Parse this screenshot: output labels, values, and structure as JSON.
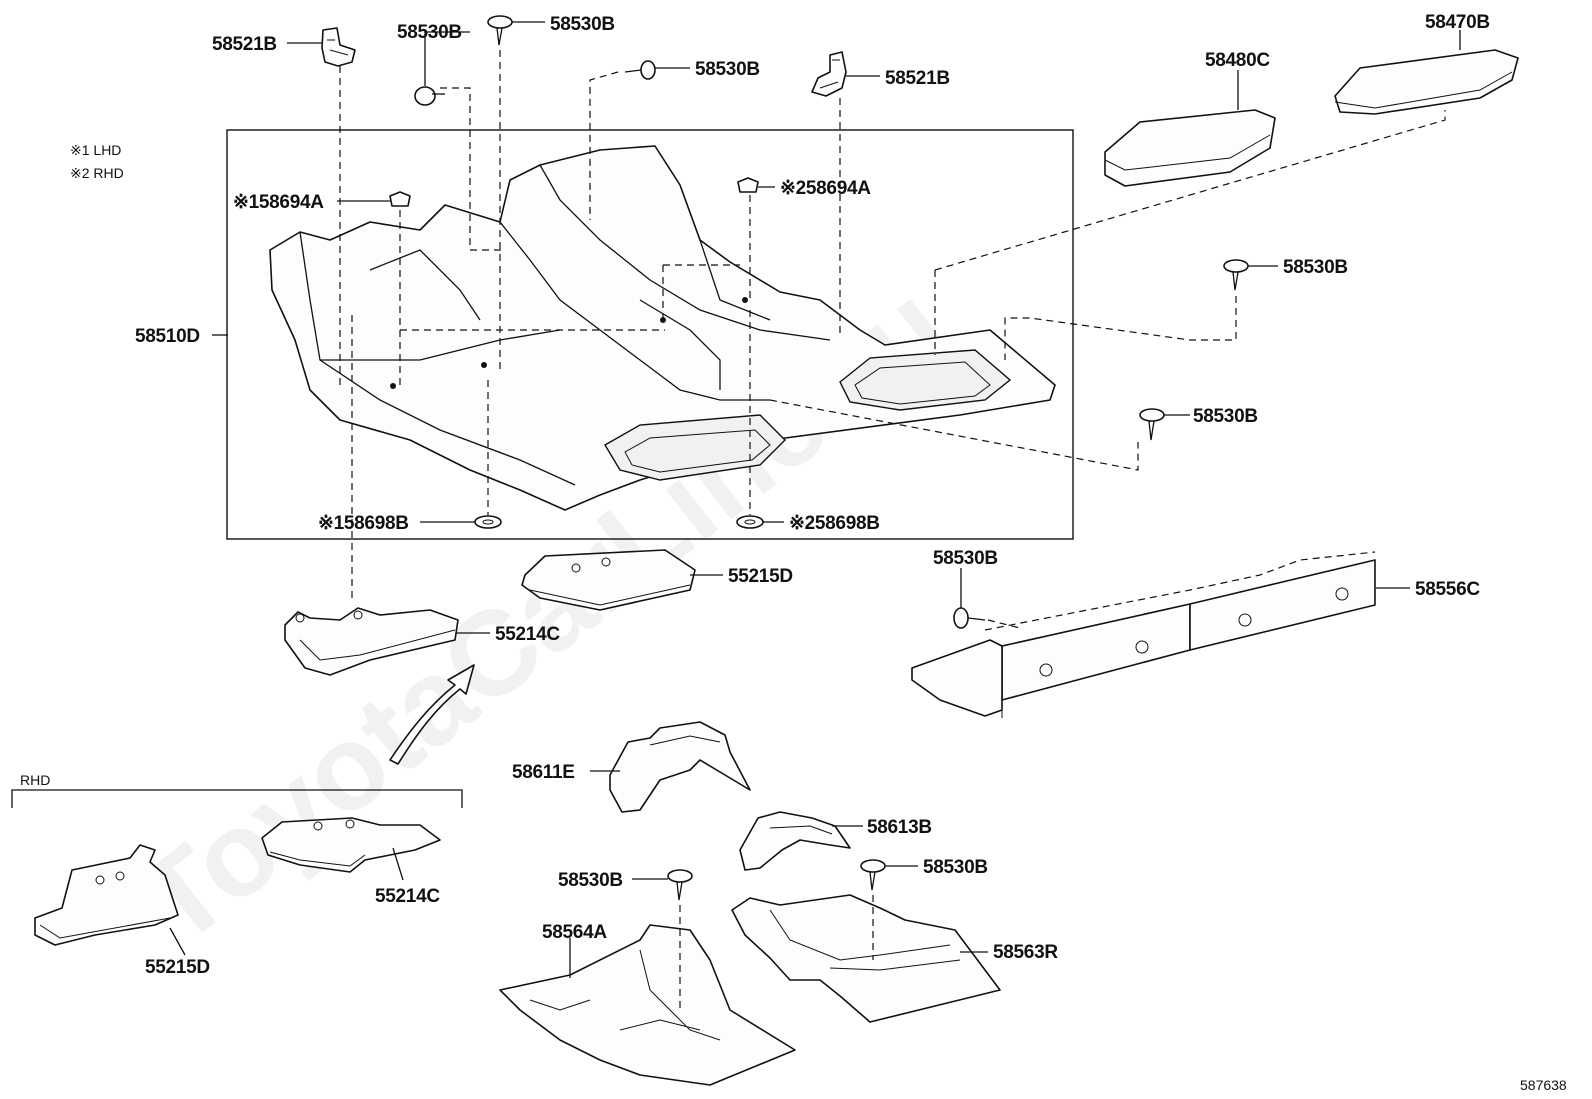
{
  "notes": {
    "lhd": "※1 LHD",
    "rhd": "※2 RHD"
  },
  "rhd_group_label": "RHD",
  "diagram_id": "587638",
  "watermark": "ToyotaCarLine.ru",
  "labels": {
    "p58521B_top": "58521B",
    "p58530B_a": "58530B",
    "p58530B_b": "58530B",
    "p58530B_c": "58530B",
    "p58521B_mid": "58521B",
    "p58480C": "58480C",
    "p58470B": "58470B",
    "p58694A_lhd": "※158694A",
    "p58694A_rhd": "※258694A",
    "p58530B_right1": "58530B",
    "p58510D": "58510D",
    "p58530B_right2": "58530B",
    "p58698B_lhd": "※158698B",
    "p58698B_rhd": "※258698B",
    "p58530B_mid": "58530B",
    "p55215D_top": "55215D",
    "p58556C": "58556C",
    "p55214C_top": "55214C",
    "p58611E": "58611E",
    "p58613B": "58613B",
    "p58530B_low1": "58530B",
    "p58530B_low2": "58530B",
    "p55214C_rhd": "55214C",
    "p58564A": "58564A",
    "p58563R": "58563R",
    "p55215D_rhd": "55215D"
  }
}
